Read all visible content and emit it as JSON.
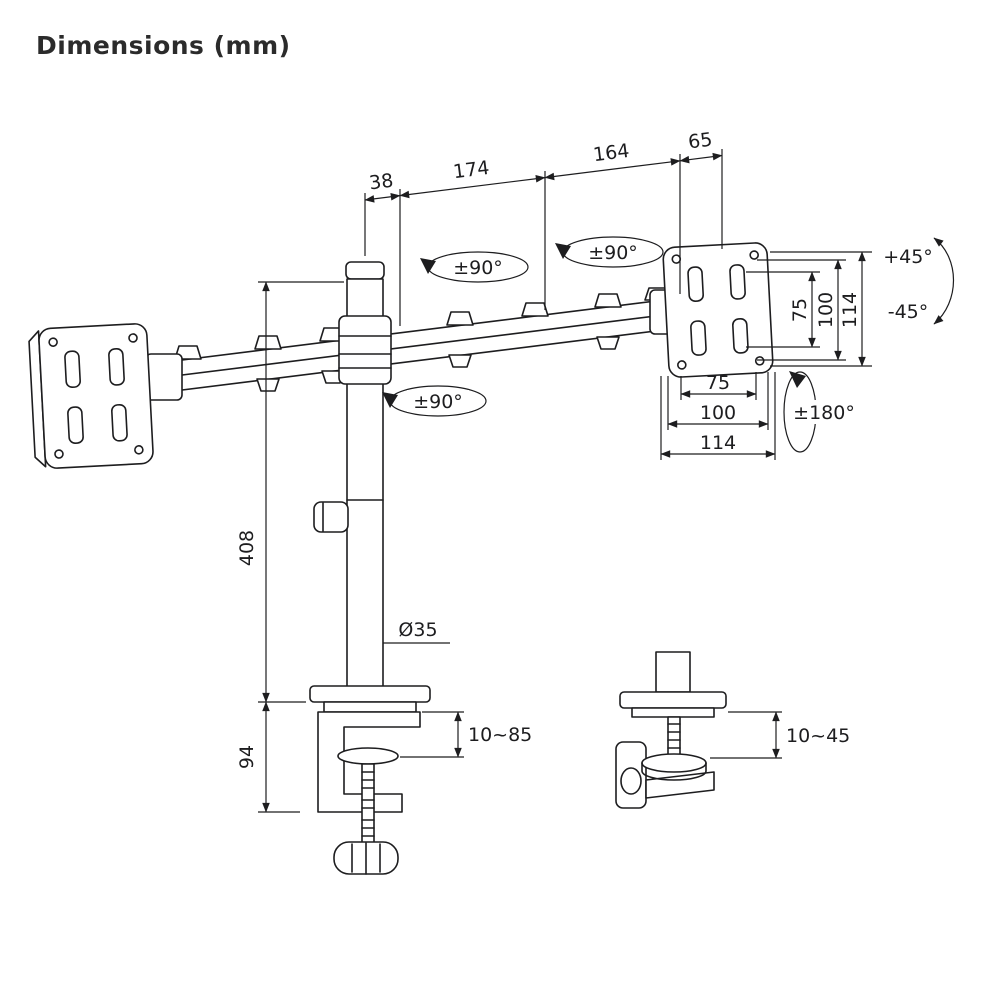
{
  "title": "Dimensions (mm)",
  "unit": "mm",
  "colors": {
    "line": "#1d1d1f",
    "background": "#ffffff"
  },
  "diagram": {
    "type": "technical-drawing",
    "subject": "dual-monitor desk mount arm",
    "top_dimensions": {
      "pole_offset": "38",
      "inner_arm": "174",
      "outer_arm": "164",
      "head_offset": "65"
    },
    "rotations": {
      "arm_joint_left": "±90°",
      "arm_joint_right": "±90°",
      "pole_swivel": "±90°",
      "vesa_rotation": "±180°"
    },
    "tilt": {
      "up": "+45°",
      "down": "-45°"
    },
    "vesa_plate": {
      "vertical": [
        "75",
        "100",
        "114"
      ],
      "horizontal": [
        "75",
        "100",
        "114"
      ]
    },
    "pole": {
      "height": "408",
      "diameter": "Ø35"
    },
    "clamp": {
      "height": "94",
      "desk_thickness_range": "10~85"
    },
    "grommet": {
      "desk_thickness_range": "10~45"
    }
  }
}
